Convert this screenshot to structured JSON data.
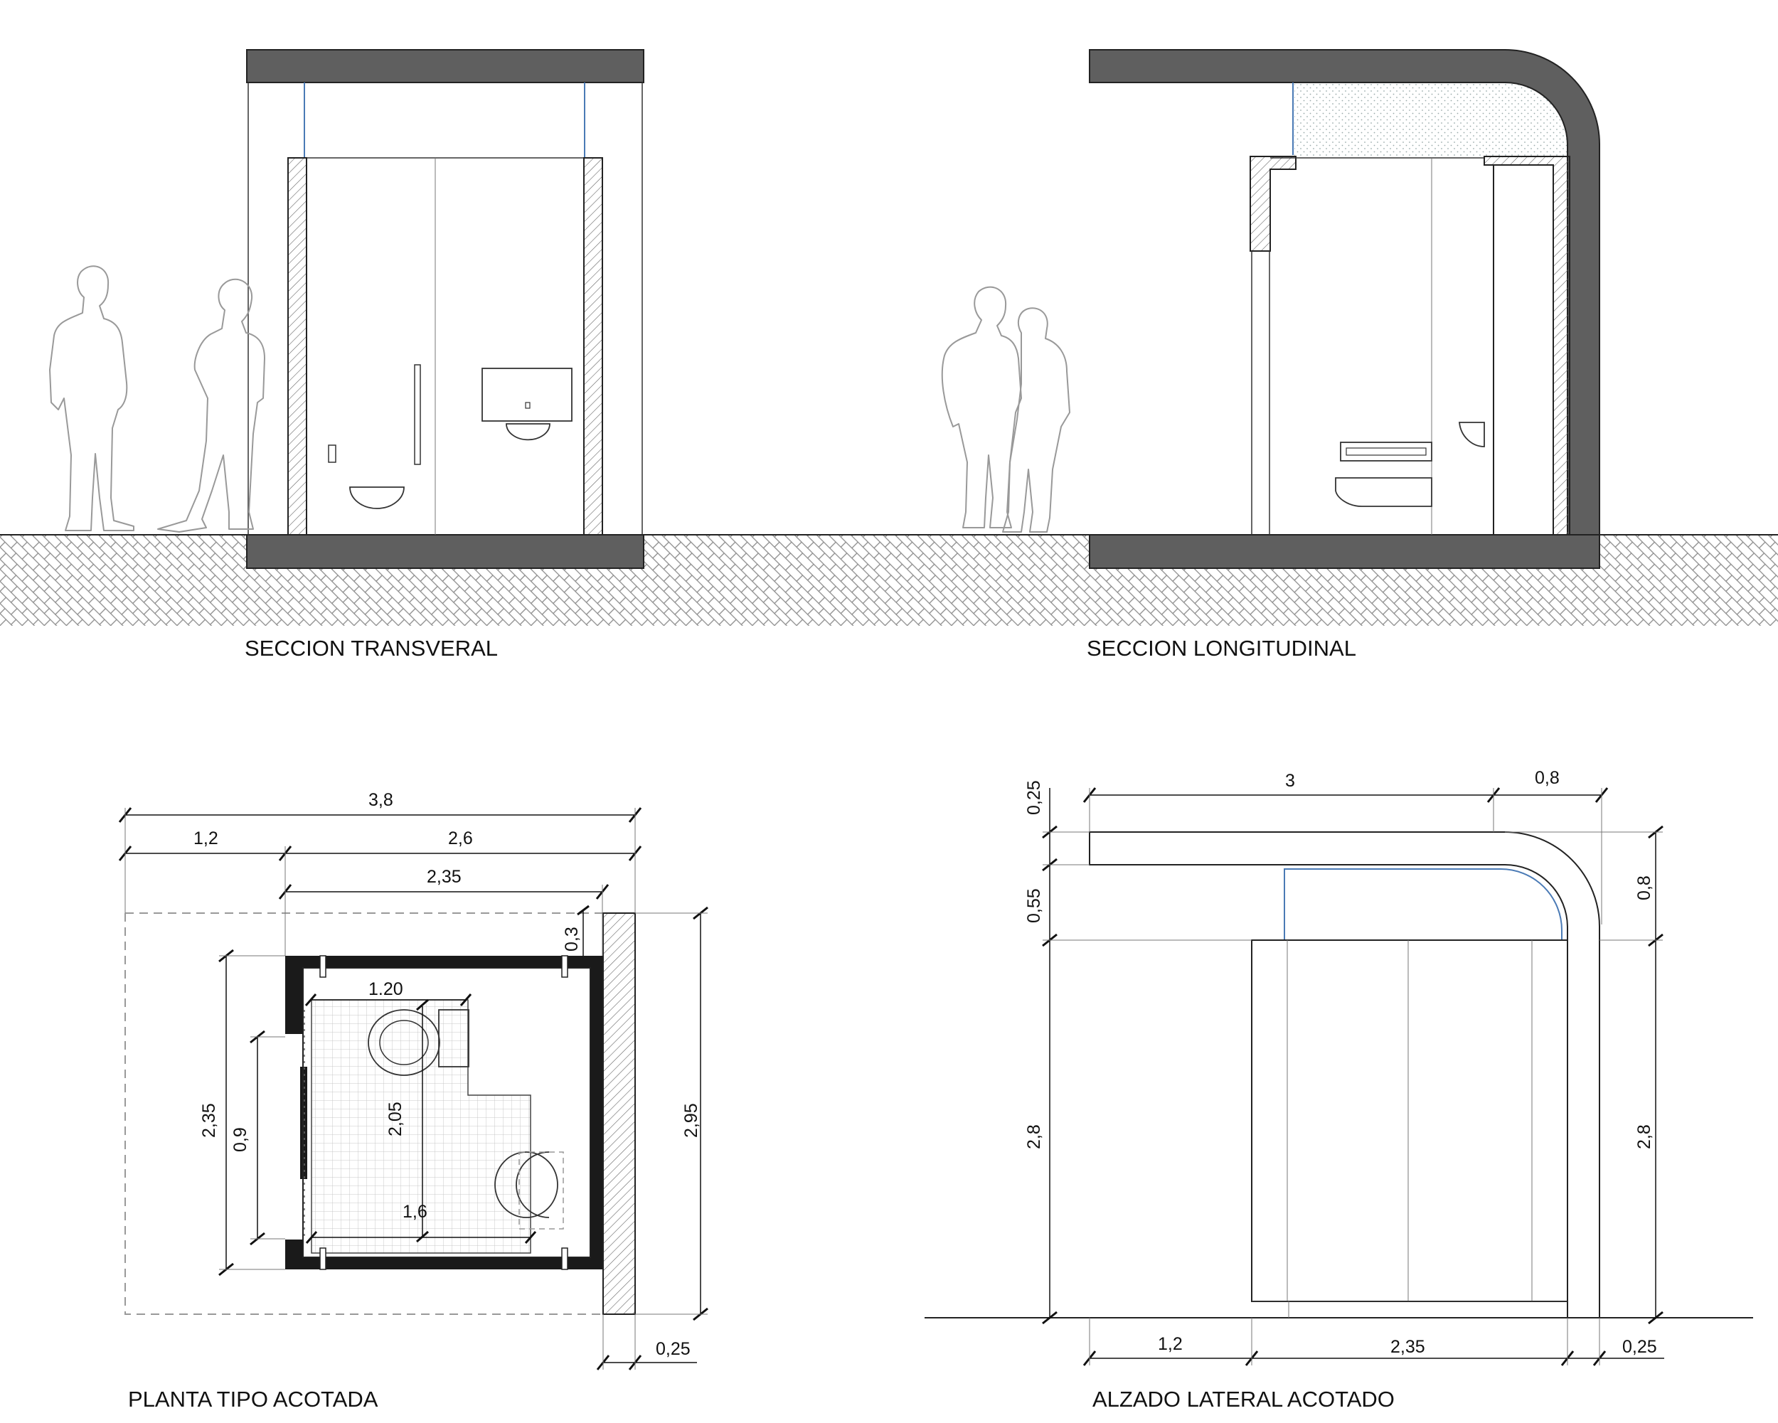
{
  "titles": {
    "section_transversal": "SECCION TRANSVERAL",
    "section_longitudinal": "SECCION LONGITUDINAL",
    "plan": "PLANTA TIPO ACOTADA",
    "elevation": "ALZADO LATERAL ACOTADO"
  },
  "plan_dims": {
    "overall_width": "3,8",
    "left_width": "1,2",
    "right_width": "2,6",
    "interior_width": "2,35",
    "wall_gap": "0,3",
    "overall_depth": "2,95",
    "interior_depth": "2,35",
    "door_width": "0,9",
    "side_wall": "0,25",
    "turning_circle": "1.20",
    "room_depth": "2,05",
    "room_width": "1,6"
  },
  "elevation_dims": {
    "canopy_length": "3",
    "canopy_curve": "0,8",
    "roof_thickness": "0,25",
    "clerestory_height": "0,55",
    "curve_height": "0,8",
    "left_height": "2,8",
    "right_height": "2,8",
    "overhang": "1,2",
    "body_length": "2,35",
    "right_wall": "0,25"
  },
  "colors": {
    "slab": "#5f5f5f",
    "hatch": "#9a9a9a",
    "glass": "#4a7ab5",
    "grid": "#c8c8c8"
  }
}
